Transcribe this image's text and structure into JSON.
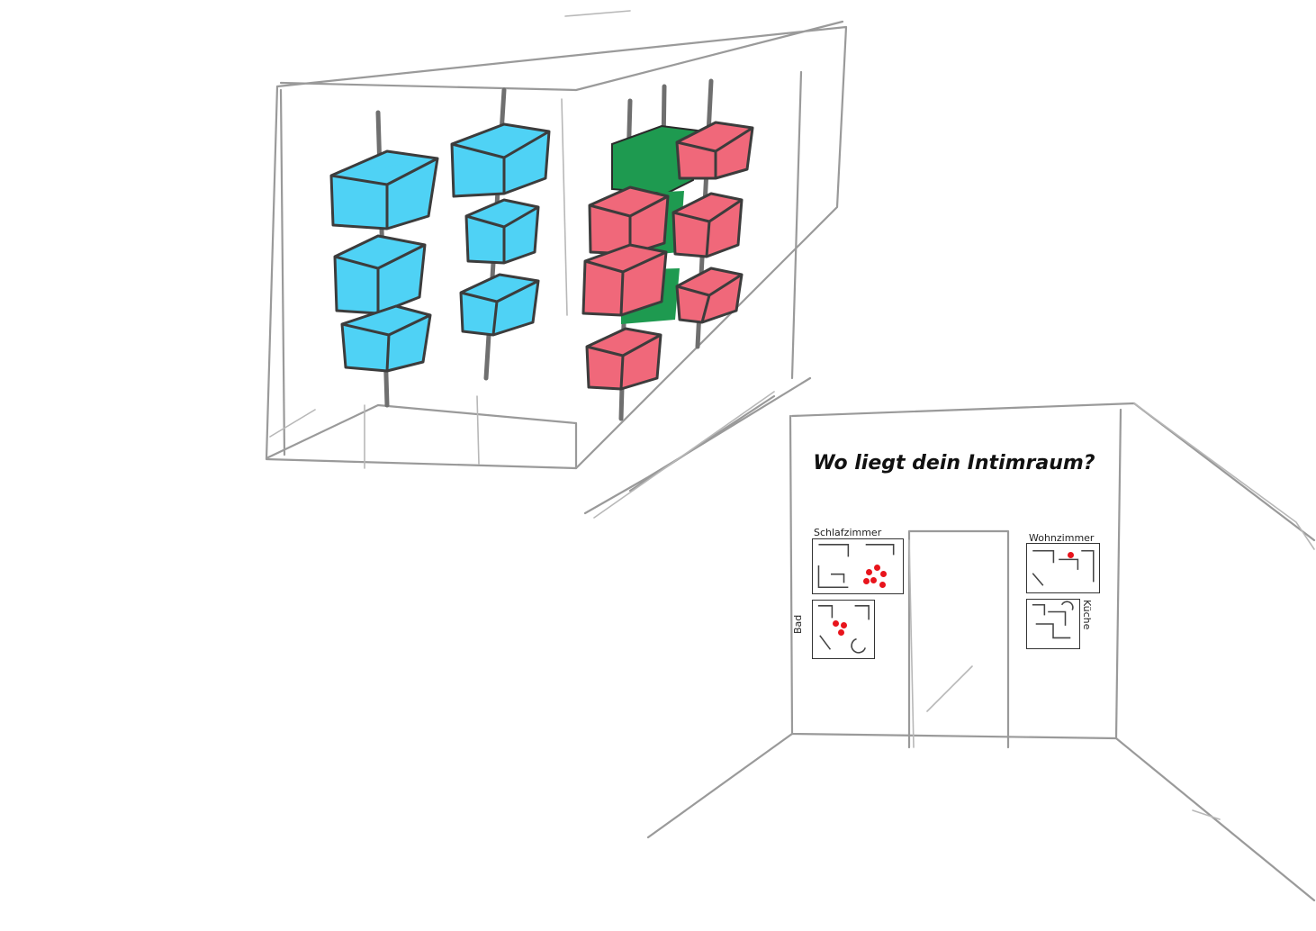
{
  "question": "Wo liegt dein Intimraum?",
  "rooms": {
    "schlafzimmer": {
      "label": "Schlafzimmer",
      "dot_count": 6
    },
    "wohnzimmer": {
      "label": "Wohnzimmer",
      "dot_count": 1
    },
    "bad": {
      "label": "Bad",
      "dot_count": 3
    },
    "kueche": {
      "label": "Küche",
      "dot_count": 0
    }
  },
  "colors": {
    "blue_cube": "#4fd2f5",
    "red_cube": "#f0687a",
    "green_cube": "#1e9a50",
    "dot": "#e8141c",
    "pencil": "#9a9a9a"
  }
}
